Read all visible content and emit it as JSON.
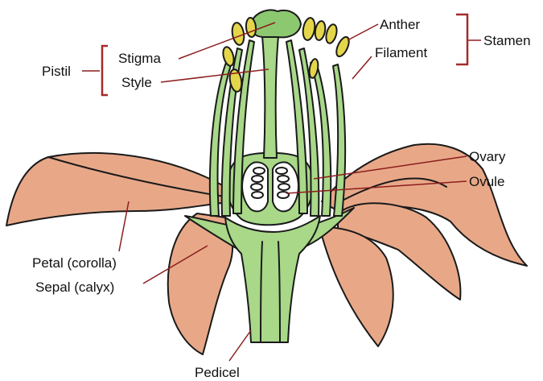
{
  "labels": {
    "anther": "Anther",
    "stamen": "Stamen",
    "filament": "Filament",
    "pistil": "Pistil",
    "stigma": "Stigma",
    "style": "Style",
    "ovary": "Ovary",
    "ovule": "Ovule",
    "petal": "Petal (corolla)",
    "sepal": "Sepal (calyx)",
    "pedicel": "Pedicel"
  },
  "colors": {
    "petal": "#e8a888",
    "petal_dark": "#d4906c",
    "green": "#a8d888",
    "green_light": "#c4e8a8",
    "anther": "#e4d64a",
    "outline": "#1a1a1a",
    "leader": "#8c1d1d",
    "bracket": "#a52a2a"
  }
}
